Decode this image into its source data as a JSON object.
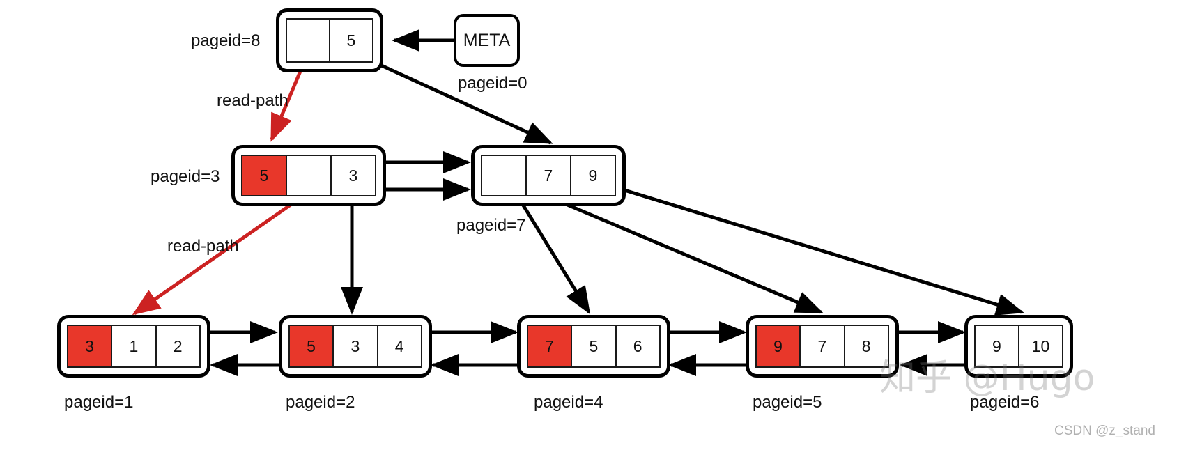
{
  "diagram": {
    "title": "B+ tree page layout with read-path",
    "colors": {
      "highlight": "#e8372a",
      "stroke": "#000000",
      "read_path": "#cc2222",
      "background": "#ffffff"
    },
    "meta_node": {
      "label": "META",
      "pageid_label": "pageid=0"
    },
    "nodes": [
      {
        "id": "page8",
        "pageid_label": "pageid=8",
        "cells": [
          {
            "value": "",
            "highlight": false
          },
          {
            "value": "5",
            "highlight": false
          }
        ]
      },
      {
        "id": "page3",
        "pageid_label": "pageid=3",
        "cells": [
          {
            "value": "5",
            "highlight": true
          },
          {
            "value": "",
            "highlight": false
          },
          {
            "value": "3",
            "highlight": false
          }
        ]
      },
      {
        "id": "page7",
        "pageid_label": "pageid=7",
        "cells": [
          {
            "value": "",
            "highlight": false
          },
          {
            "value": "7",
            "highlight": false
          },
          {
            "value": "9",
            "highlight": false
          }
        ]
      },
      {
        "id": "page1",
        "pageid_label": "pageid=1",
        "cells": [
          {
            "value": "3",
            "highlight": true
          },
          {
            "value": "1",
            "highlight": false
          },
          {
            "value": "2",
            "highlight": false
          }
        ]
      },
      {
        "id": "page2",
        "pageid_label": "pageid=2",
        "cells": [
          {
            "value": "5",
            "highlight": true
          },
          {
            "value": "3",
            "highlight": false
          },
          {
            "value": "4",
            "highlight": false
          }
        ]
      },
      {
        "id": "page4",
        "pageid_label": "pageid=4",
        "cells": [
          {
            "value": "7",
            "highlight": true
          },
          {
            "value": "5",
            "highlight": false
          },
          {
            "value": "6",
            "highlight": false
          }
        ]
      },
      {
        "id": "page5",
        "pageid_label": "pageid=5",
        "cells": [
          {
            "value": "9",
            "highlight": true
          },
          {
            "value": "7",
            "highlight": false
          },
          {
            "value": "8",
            "highlight": false
          }
        ]
      },
      {
        "id": "page6",
        "pageid_label": "pageid=6",
        "cells": [
          {
            "value": "9",
            "highlight": false
          },
          {
            "value": "10",
            "highlight": false
          }
        ]
      }
    ],
    "annotations": [
      {
        "id": "readpath-1",
        "text": "read-path"
      },
      {
        "id": "readpath-2",
        "text": "read-path"
      }
    ],
    "watermarks": {
      "zhihu": "知乎 @Hugo",
      "csdn": "CSDN @z_stand"
    }
  }
}
